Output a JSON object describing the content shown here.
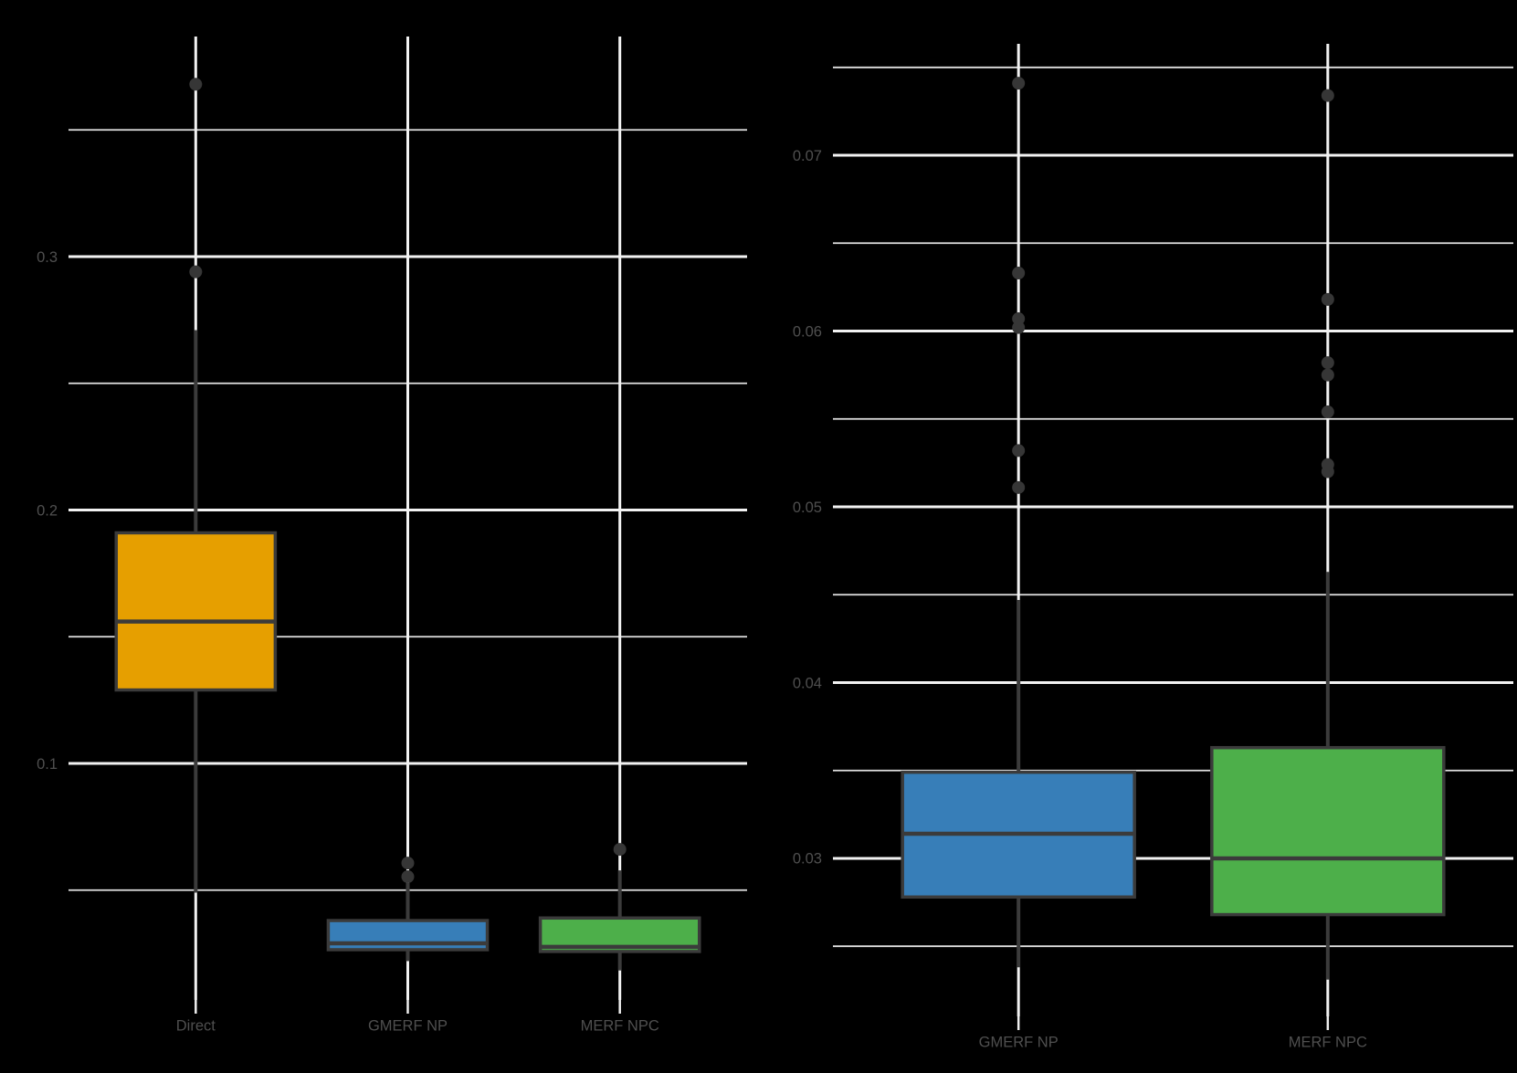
{
  "background_color": "#000000",
  "styles": {
    "grid_major_color": "#F2F2F2",
    "grid_minor_color": "#E2E2E2",
    "grid_major_width": 3,
    "grid_minor_width": 1.8,
    "box_stroke_color": "#3B3B3B",
    "box_stroke_width": 3.5,
    "whisker_color": "#3B3B3B",
    "whisker_width": 4,
    "median_color": "#3B3B3B",
    "median_width": 4.5,
    "outlier_color": "#363636",
    "outlier_radius": 7,
    "tick_color": "#EFEFEF",
    "tick_width": 2.5,
    "tick_length": 15,
    "axis_text_color": "#4F4F4F",
    "axis_text_size": 16.5
  },
  "chart_data": [
    {
      "id": "left-boxplot",
      "type": "boxplot",
      "title": "",
      "xlabel": "",
      "ylabel": "",
      "grid": true,
      "legend": false,
      "categories": [
        "Direct",
        "GMERF NP",
        "MERF NPC"
      ],
      "ylim": [
        0.00667,
        0.38685
      ],
      "ymajor": [
        0.1,
        0.2,
        0.3
      ],
      "ymajor_labels": [
        "0.1",
        "0.2",
        "0.3"
      ],
      "yminor": [
        0.05,
        0.15,
        0.25,
        0.35
      ],
      "panel": {
        "x0": 75,
        "y0": 40,
        "x1": 818,
        "y1": 1095
      },
      "series": [
        {
          "name": "Direct",
          "fill": "#E69F00",
          "whisker_low": 0.049,
          "q1": 0.129,
          "median": 0.156,
          "q3": 0.191,
          "whisker_high": 0.271,
          "outliers": [
            0.294,
            0.368
          ]
        },
        {
          "name": "GMERF NP",
          "fill": "#377EB8",
          "whisker_low": 0.022,
          "q1": 0.0265,
          "median": 0.029,
          "q3": 0.038,
          "whisker_high": 0.0528,
          "outliers": [
            0.0553,
            0.0607
          ]
        },
        {
          "name": "MERF NPC",
          "fill": "#4DAF4A",
          "whisker_low": 0.0183,
          "q1": 0.0258,
          "median": 0.0276,
          "q3": 0.039,
          "whisker_high": 0.0578,
          "outliers": [
            0.0661
          ]
        }
      ]
    },
    {
      "id": "right-boxplot",
      "type": "boxplot",
      "title": "",
      "xlabel": "",
      "ylabel": "",
      "grid": true,
      "legend": false,
      "categories": [
        "GMERF NP",
        "MERF NPC"
      ],
      "ylim": [
        0.02101,
        0.07634
      ],
      "ymajor": [
        0.03,
        0.04,
        0.05,
        0.06,
        0.07
      ],
      "ymajor_labels": [
        "0.03",
        "0.04",
        "0.05",
        "0.06",
        "0.07"
      ],
      "yminor": [
        0.025,
        0.035,
        0.045,
        0.055,
        0.065,
        0.075
      ],
      "panel": {
        "x0": 912,
        "y0": 48,
        "x1": 1657,
        "y1": 1113
      },
      "series": [
        {
          "name": "GMERF NP",
          "fill": "#377EB8",
          "whisker_low": 0.0238,
          "q1": 0.0278,
          "median": 0.0314,
          "q3": 0.0349,
          "whisker_high": 0.0447,
          "outliers": [
            0.0511,
            0.0532,
            0.0602,
            0.0607,
            0.0633,
            0.0741
          ]
        },
        {
          "name": "MERF NPC",
          "fill": "#4DAF4A",
          "whisker_low": 0.0231,
          "q1": 0.0268,
          "median": 0.03,
          "q3": 0.0363,
          "whisker_high": 0.0463,
          "outliers": [
            0.052,
            0.0524,
            0.0554,
            0.0575,
            0.0582,
            0.0618,
            0.0734
          ]
        }
      ]
    }
  ]
}
